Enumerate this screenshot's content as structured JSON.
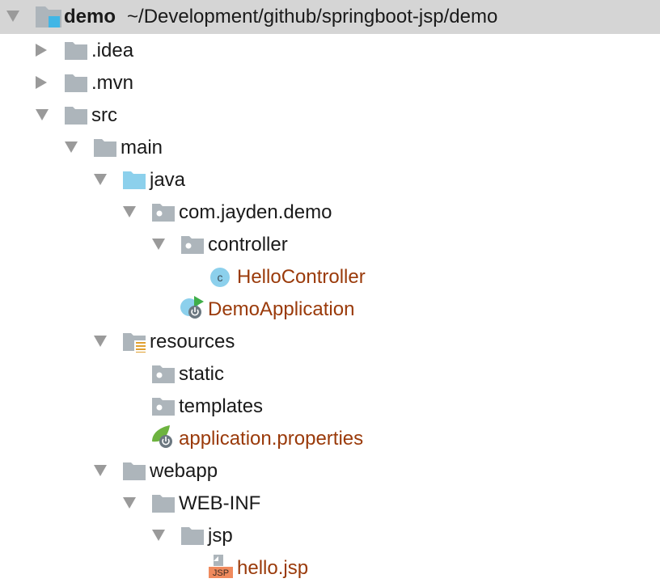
{
  "colors": {
    "selection": "#d5d5d5",
    "modified_text": "#9a3a0a",
    "folder": "#adb5bb",
    "source_folder": "#8cd0ec",
    "class_icon": "#8cd0ec",
    "spring": "#6db33f",
    "jsp": "#f08a5d"
  },
  "root": {
    "name": "demo",
    "path": "~/Development/github/springboot-jsp/demo",
    "icon": "module-folder-icon",
    "expanded": true
  },
  "tree": [
    {
      "label": ".idea",
      "level": 1,
      "arrow": "right",
      "icon": "folder",
      "modified": false
    },
    {
      "label": ".mvn",
      "level": 1,
      "arrow": "right",
      "icon": "folder",
      "modified": false
    },
    {
      "label": "src",
      "level": 1,
      "arrow": "down",
      "icon": "folder",
      "modified": false
    },
    {
      "label": "main",
      "level": 2,
      "arrow": "down",
      "icon": "folder",
      "modified": false
    },
    {
      "label": "java",
      "level": 3,
      "arrow": "down",
      "icon": "source-folder",
      "modified": false
    },
    {
      "label": "com.jayden.demo",
      "level": 4,
      "arrow": "down",
      "icon": "package",
      "modified": false
    },
    {
      "label": "controller",
      "level": 5,
      "arrow": "down",
      "icon": "package",
      "modified": false
    },
    {
      "label": "HelloController",
      "level": 6,
      "arrow": "none",
      "icon": "class",
      "modified": true
    },
    {
      "label": "DemoApplication",
      "level": 5,
      "arrow": "none",
      "icon": "spring-boot-class",
      "modified": true
    },
    {
      "label": "resources",
      "level": 3,
      "arrow": "down",
      "icon": "resources-folder",
      "modified": false
    },
    {
      "label": "static",
      "level": 4,
      "arrow": "none",
      "icon": "package",
      "modified": false
    },
    {
      "label": "templates",
      "level": 4,
      "arrow": "none",
      "icon": "package",
      "modified": false
    },
    {
      "label": "application.properties",
      "level": 4,
      "arrow": "none",
      "icon": "spring-properties",
      "modified": true
    },
    {
      "label": "webapp",
      "level": 3,
      "arrow": "down",
      "icon": "folder",
      "modified": false
    },
    {
      "label": "WEB-INF",
      "level": 4,
      "arrow": "down",
      "icon": "folder",
      "modified": false
    },
    {
      "label": "jsp",
      "level": 5,
      "arrow": "down",
      "icon": "folder",
      "modified": false
    },
    {
      "label": "hello.jsp",
      "level": 6,
      "arrow": "none",
      "icon": "jsp-file",
      "modified": true,
      "badge": "JSP"
    }
  ]
}
